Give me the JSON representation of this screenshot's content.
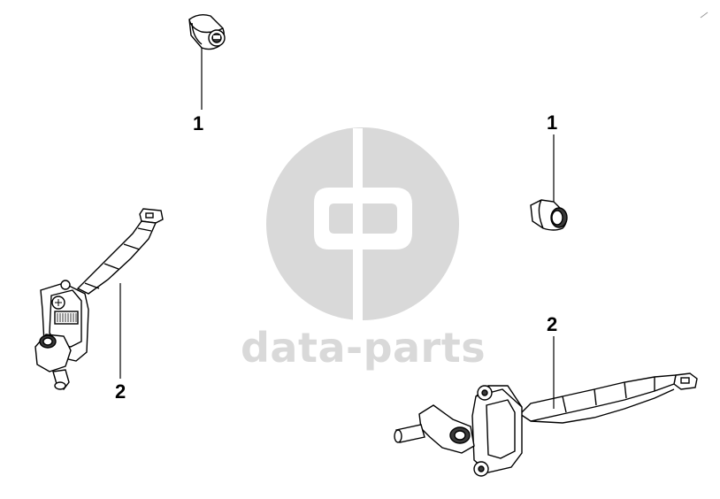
{
  "callouts": {
    "top_left": "1",
    "top_right": "1",
    "left_strap": "2",
    "right_strap": "2"
  },
  "watermark": {
    "text": "data-parts",
    "logo": "dp",
    "color": "#d9d9d9"
  },
  "colors": {
    "line": "#000000",
    "part_fill": "#ffffff",
    "shade": "#3a3a3a"
  }
}
